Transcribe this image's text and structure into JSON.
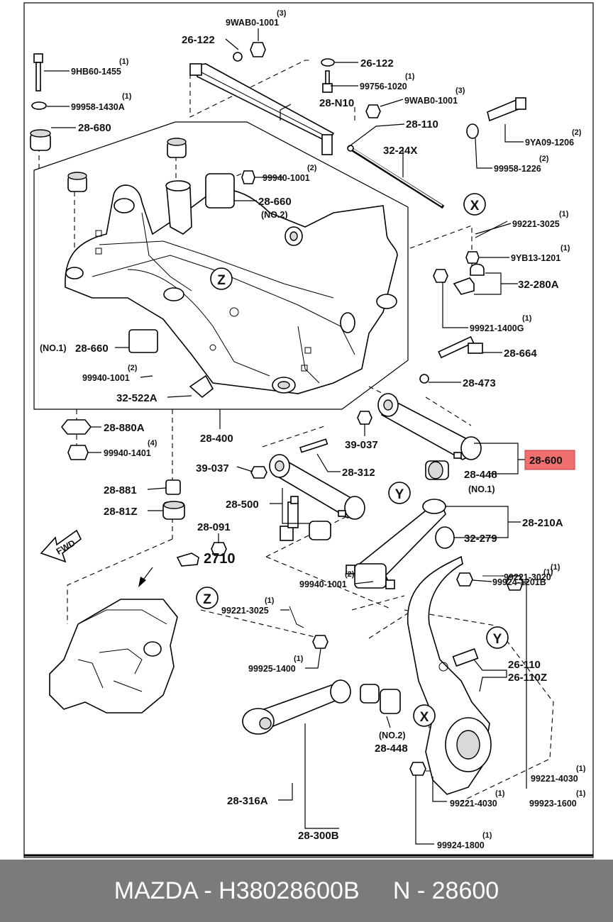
{
  "footer": {
    "text": "MAZDA - H38028600B     N - 28600"
  },
  "highlight_color": "#ef6f6f",
  "labels": {
    "l_9wab0_top": "9WAB0-1001",
    "q_9wab0_top": "(3)",
    "l_26122_a": "26-122",
    "l_26122_b": "26-122",
    "l_9hb60": "9HB60-1455",
    "q_9hb60": "(1)",
    "l_99958_1430": "99958-1430A",
    "q_99958_1430": "(1)",
    "l_99756": "99756-1020",
    "q_99756": "(1)",
    "l_28n10": "28-N10",
    "l_9wab0_mid": "9WAB0-1001",
    "q_9wab0_mid": "(3)",
    "l_28680": "28-680",
    "l_28110": "28-110",
    "l_9ya09": "9YA09-1206",
    "q_9ya09": "(2)",
    "l_3224x": "32-24X",
    "l_99958_1226": "99958-1226",
    "q_99958_1226": "(2)",
    "l_99940_top": "99940-1001",
    "q_99940_top": "(2)",
    "l_28660_top": "28-660",
    "l_no2_top": "(NO.2)",
    "l_99221_3025_r": "99221-3025",
    "q_99221_3025_r": "(1)",
    "l_9yb13": "9YB13-1201",
    "q_9yb13": "(1)",
    "l_32280a": "32-280A",
    "l_99921_1400g": "99921-1400G",
    "q_99921_1400g": "(1)",
    "l_no1_28660": "(NO.1)",
    "l_28660_left": "28-660",
    "l_28664": "28-664",
    "l_99940_left": "99940-1001",
    "q_99940_left": "(2)",
    "l_28473": "28-473",
    "l_32522a": "32-522A",
    "l_28880a": "28-880A",
    "l_28400": "28-400",
    "l_99940_1401": "99940-1401",
    "q_99940_1401": "(4)",
    "l_39037_r": "39-037",
    "l_28600": "28-600",
    "l_39037_l": "39-037",
    "l_28312": "28-312",
    "l_28448_no1": "28-448",
    "l_no1_28448": "(NO.1)",
    "l_28881": "28-881",
    "l_28500": "28-500",
    "l_2881z": "28-81Z",
    "l_28210a": "28-210A",
    "l_32279": "32-279",
    "l_fwd": "FWD",
    "l_2710": "2710",
    "l_99221_3020": "99221-3020",
    "q_99221_3020": "(1)",
    "l_99924_1201b": "99924-1201B",
    "q_99924_1201b": "(1)",
    "l_99221_3025_l": "99221-3025",
    "q_99221_3025_l": "(1)",
    "l_99940_mid": "99940-1001",
    "q_99940_mid": "(2)",
    "l_26110": "26-110",
    "l_26110z": "26-110Z",
    "l_99925_1400": "99925-1400",
    "q_99925_1400": "(1)",
    "l_28091": "28-091",
    "l_no2_28448": "(NO.2)",
    "l_28448_no2": "28-448",
    "l_99221_4030_r": "99221-4030",
    "q_99221_4030_r": "(1)",
    "l_28316a": "28-316A",
    "l_99923_1600": "99923-1600",
    "q_99923_1600": "(1)",
    "l_99221_4030_b": "99221-4030",
    "q_99221_4030_b": "(1)",
    "l_28300b": "28-300B",
    "l_99924_1800": "99924-1800",
    "q_99924_1800": "(1)",
    "c_x_top": "X",
    "c_z_sub": "Z",
    "c_y_right": "Y",
    "c_z_diff": "Z",
    "c_y_knuckle": "Y",
    "c_x_knuckle": "X"
  }
}
